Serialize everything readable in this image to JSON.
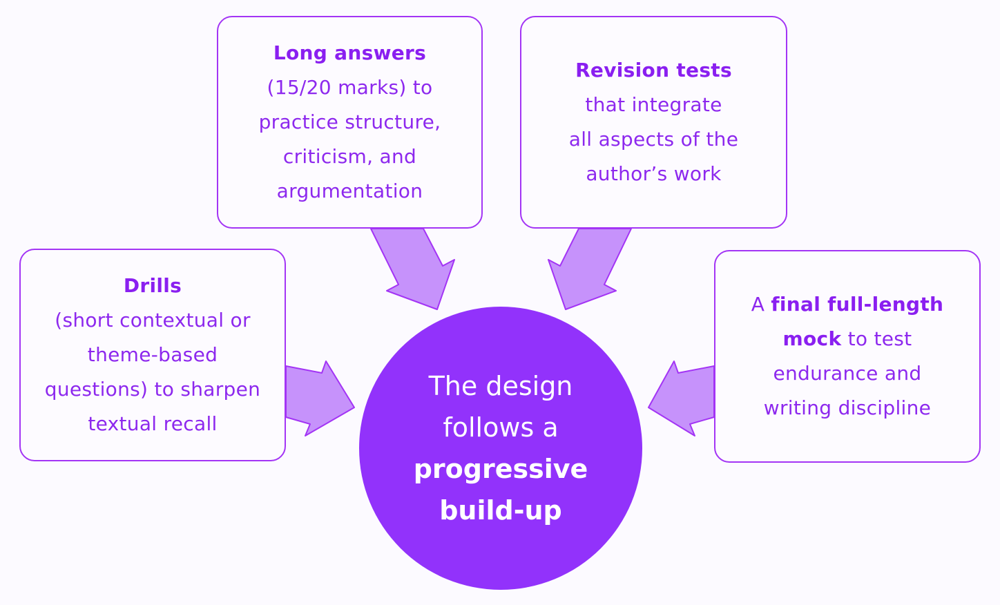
{
  "colors": {
    "accent": "#9232fb",
    "box_border": "#a334f5",
    "box_text": "#8d28ee",
    "arrow_fill": "#c692fb",
    "arrow_stroke": "#a334f5",
    "background": "#fcfaff"
  },
  "center": {
    "line1": "The design",
    "line2": "follows a",
    "line3": "progressive",
    "line4": "build-up"
  },
  "boxes": {
    "drills": {
      "title": "Drills",
      "lines": [
        "(short contextual or",
        "theme-based",
        "questions) to sharpen",
        "textual recall"
      ]
    },
    "long_answers": {
      "title": "Long answers",
      "lines": [
        "(15/20 marks) to",
        "practice structure,",
        "criticism, and",
        "argumentation"
      ]
    },
    "revision_tests": {
      "title": "Revision tests",
      "lines": [
        "that integrate",
        "all aspects of the",
        "author’s work"
      ]
    },
    "final_mock": {
      "prefix": "A ",
      "bold1": "final full-length",
      "bold2": "mock",
      "rest2": " to test",
      "lines": [
        "endurance and",
        "writing discipline"
      ]
    }
  }
}
